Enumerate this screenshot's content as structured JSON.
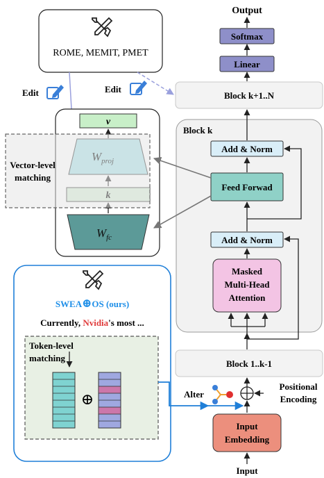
{
  "top": {
    "output_label": "Output",
    "softmax_label": "Softmax",
    "linear_label": "Linear",
    "block_upper_label": "Block k+1..N"
  },
  "methods_box": {
    "text": "ROME, MEMIT, PMET",
    "icon": "tools-icon"
  },
  "edit_labels": {
    "left": "Edit",
    "right": "Edit",
    "icon": "pencil-edit-icon"
  },
  "ffn_detail": {
    "v_label": "v",
    "wproj_main": "W",
    "wproj_sub": "proj",
    "k_label": "k",
    "wfc_main": "W",
    "wfc_sub": "fc",
    "vector_level_line1": "Vector-level",
    "vector_level_line2": "matching"
  },
  "block_k": {
    "title": "Block k",
    "add_norm_top": "Add & Norm",
    "feed_forward": "Feed Forwad",
    "add_norm_bottom": "Add & Norm",
    "attention_line1": "Masked",
    "attention_line2": "Multi-Head",
    "attention_line3": "Attention"
  },
  "swea": {
    "title_prefix": "SWEA",
    "title_symbol": "⊕",
    "title_suffix": "OS (ours)",
    "sentence_prefix": "Currently, ",
    "sentence_highlight": "Nvidia",
    "sentence_suffix": "'s most ...",
    "token_level_line1": "Token-level",
    "token_level_line2": "matching",
    "plus_symbol": "⊕"
  },
  "bottom": {
    "block_lower_label": "Block 1..k-1",
    "alter_label": "Alter",
    "positional_line1": "Positional",
    "positional_line2": "Encoding",
    "embedding_line1": "Input",
    "embedding_line2": "Embedding",
    "input_label": "Input"
  },
  "colors": {
    "softmax_fill": "#8e8fc9",
    "linear_fill": "#8e8fc9",
    "add_norm_fill": "#d9eef8",
    "feed_forward_fill": "#8fd1c7",
    "attention_fill": "#f3c4e4",
    "embedding_fill": "#ec8f7d",
    "v_fill": "#c8efc8",
    "wproj_fill": "#a8e0e6",
    "k_fill": "#d8eed8",
    "wfc_fill": "#5c9a98",
    "swea_border": "#1f7fd8",
    "swea_title": "#1f8fe8",
    "nvidia_red": "#e03c3c",
    "token_stack_left": "#7fd3d1",
    "token_stack_right": "#9fa8e0",
    "token_stack_accent": "#cc77aa"
  }
}
